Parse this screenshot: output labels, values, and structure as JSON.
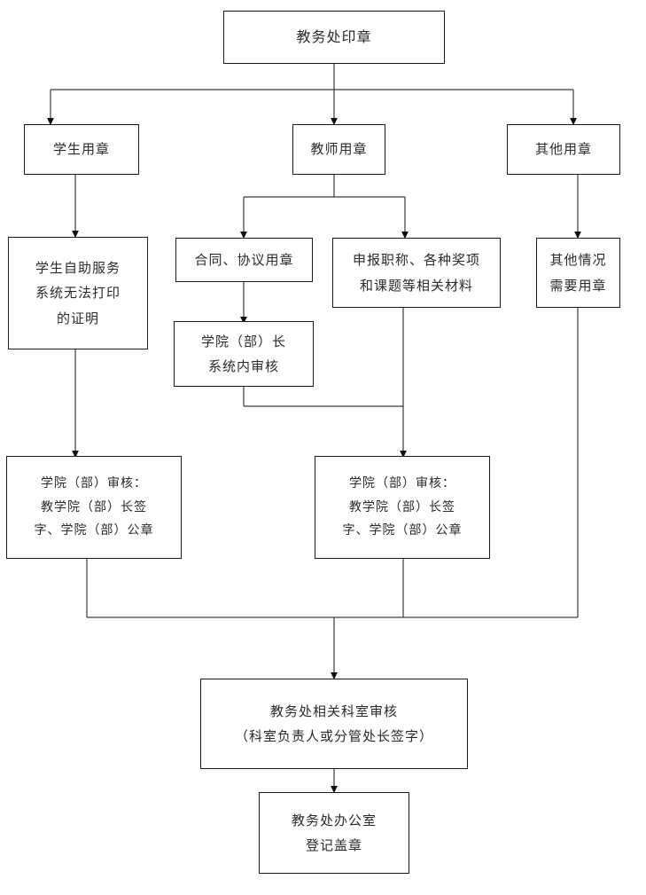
{
  "diagram": {
    "title_text": "教务处印章",
    "background_color": "#ffffff",
    "line_color": "#1a1a1a",
    "text_color": "#2b2b2b",
    "nodes": {
      "root": {
        "label": "教务处印章"
      },
      "student_seal": {
        "label": "学生用章"
      },
      "teacher_seal": {
        "label": "教师用章"
      },
      "other_seal": {
        "label": "其他用章"
      },
      "student_cert": {
        "line1": "学生自助服务",
        "line2": "系统无法打印",
        "line3": "的证明"
      },
      "contract_seal": {
        "label": "合同、协议用章"
      },
      "title_materials": {
        "line1": "申报职称、各种奖项",
        "line2": "和课题等相关材料"
      },
      "other_case": {
        "line1": "其他情况",
        "line2": "需要用章"
      },
      "dean_system_review": {
        "line1": "学院（部）长",
        "line2": "系统内审核"
      },
      "college_review_left": {
        "line1": "学院（部）审核：",
        "line2": "教学院（部）长签",
        "line3": "字、学院（部）公章"
      },
      "college_review_right": {
        "line1": "学院（部）审核：",
        "line2": "教学院（部）长签",
        "line3": "字、学院（部）公章"
      },
      "office_review": {
        "line1": "教务处相关科室审核",
        "line2": "（科室负责人或分管处长签字）"
      },
      "office_stamp": {
        "line1": "教务处办公室",
        "line2": "登记盖章"
      }
    }
  }
}
